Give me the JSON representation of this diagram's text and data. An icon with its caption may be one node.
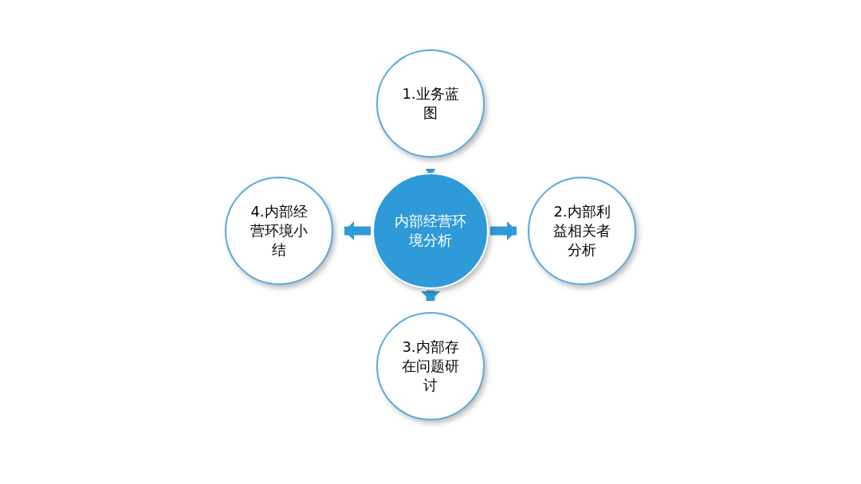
{
  "diagram": {
    "nodes": [
      {
        "text": [
          "内部经营环境分析"
        ]
      },
      {
        "text": [
          "1.业务蓝图"
        ]
      },
      {
        "text": [
          "2.内部利益相关者分析"
        ]
      },
      {
        "text": [
          "3.内部存在问题研讨"
        ]
      },
      {
        "text": [
          "4.内部经营环境小结"
        ]
      }
    ],
    "edges": [
      {
        "from": 0,
        "to": 1,
        "arrow": "to"
      },
      {
        "from": 0,
        "to": 2,
        "arrow": "to"
      },
      {
        "from": 0,
        "to": 3,
        "arrow": "to"
      },
      {
        "from": 0,
        "to": 4,
        "arrow": "to"
      }
    ]
  }
}
